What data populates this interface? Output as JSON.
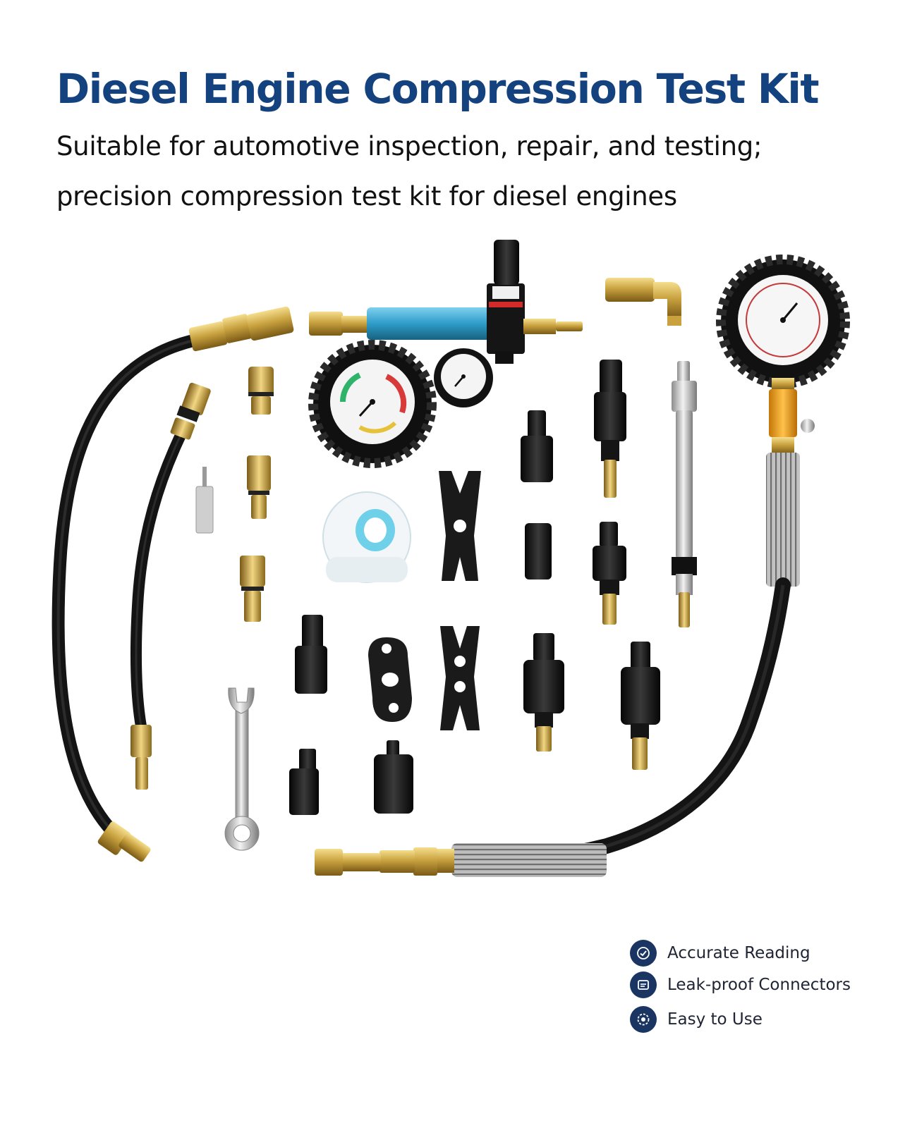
{
  "header": {
    "title": "Diesel Engine Compression Test Kit",
    "subtitle_line1": "Suitable for automotive inspection, repair, and testing;",
    "subtitle_line2": "precision compression test kit for diesel engines"
  },
  "features": [
    {
      "label": "Accurate Reading",
      "icon": "check-icon"
    },
    {
      "label": "Leak-proof Connectors",
      "icon": "connector-icon"
    },
    {
      "label": "Easy to Use",
      "icon": "gear-icon"
    }
  ],
  "colors": {
    "title": "#14427e",
    "icon_bg": "#1b3562",
    "brass": "#c9a23f",
    "hose": "#141414",
    "aluminum_blue": "#3aa7cf",
    "orange": "#f0a020"
  }
}
